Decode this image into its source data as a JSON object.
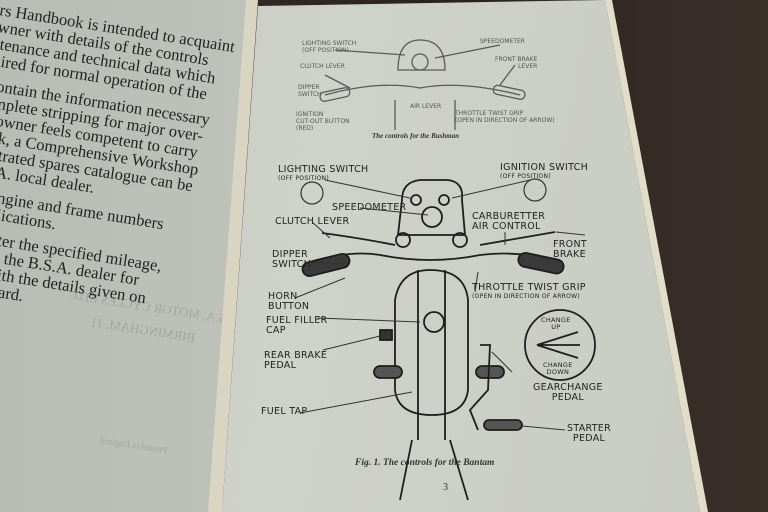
{
  "left_page": {
    "lines": [
      "ers Handbook is intended to acquaint",
      "  owner with details of the controls",
      "intenance and technical data which",
      "quired for normal operation of the",
      "",
      "t contain the information necessary",
      "complete stripping for major over-",
      "ny owner feels competent to carry",
      " work, a Comprehensive Workshop",
      "illustrated spares catalogue can be",
      " B.S.A. local dealer.",
      "",
      "full engine and frame numbers",
      "e publications.",
      "",
      "hat, after the specified mileage,",
      "rned to the B.S.A. dealer for",
      "ance with the details given on",
      "ration card."
    ],
    "show_through": [
      "B.S.A. MOTOR CYCLES LTD.",
      "BIRMINGHAM, 11",
      "Printed in England"
    ]
  },
  "top_figure": {
    "labels": {
      "lighting_switch": "LIGHTING SWITCH",
      "lighting_switch_sub": "(OFF POSITION)",
      "speedometer": "SPEEDOMETER",
      "clutch_lever": "CLUTCH LEVER",
      "front_brake": "FRONT BRAKE",
      "front_brake_sub": "LEVER",
      "dipper_switch": "DIPPER",
      "dipper_switch_sub": "SWITCH",
      "ignition": "IGNITION",
      "ignition_sub": "CUT-OUT BUTTON",
      "ignition_sub2": "(RED)",
      "air_lever": "AIR LEVER",
      "throttle": "THROTTLE TWIST GRIP",
      "throttle_sub": "(OPEN IN DIRECTION OF ARROW)"
    },
    "caption": "The controls for the Bushman"
  },
  "main_figure": {
    "labels": {
      "lighting_switch": "LIGHTING SWITCH",
      "lighting_switch_sub": "(OFF POSITION)",
      "ignition_switch": "IGNITION SWITCH",
      "ignition_switch_sub": "(OFF POSITION)",
      "speedometer": "SPEEDOMETER",
      "clutch_lever": "CLUTCH LEVER",
      "carburetter_1": "CARBURETTER",
      "carburetter_2": "AIR CONTROL",
      "front_brake_1": "FRONT",
      "front_brake_2": "BRAKE",
      "dipper_1": "DIPPER",
      "dipper_2": "SWITCH",
      "throttle": "THROTTLE TWIST GRIP",
      "throttle_sub": "(OPEN IN DIRECTION OF ARROW)",
      "horn_1": "HORN",
      "horn_2": "BUTTON",
      "fuel_filler_1": "FUEL FILLER",
      "fuel_filler_2": "CAP",
      "rear_brake_1": "REAR BRAKE",
      "rear_brake_2": "PEDAL",
      "change_up_1": "CHANGE",
      "change_up_2": "UP",
      "change_down_1": "CHANGE",
      "change_down_2": "DOWN",
      "gearchange_1": "GEARCHANGE",
      "gearchange_2": "PEDAL",
      "fuel_tap": "FUEL TAP",
      "starter_1": "STARTER",
      "starter_2": "PEDAL"
    },
    "caption": "Fig. 1.  The controls for the Bantam"
  },
  "page_number": "3"
}
